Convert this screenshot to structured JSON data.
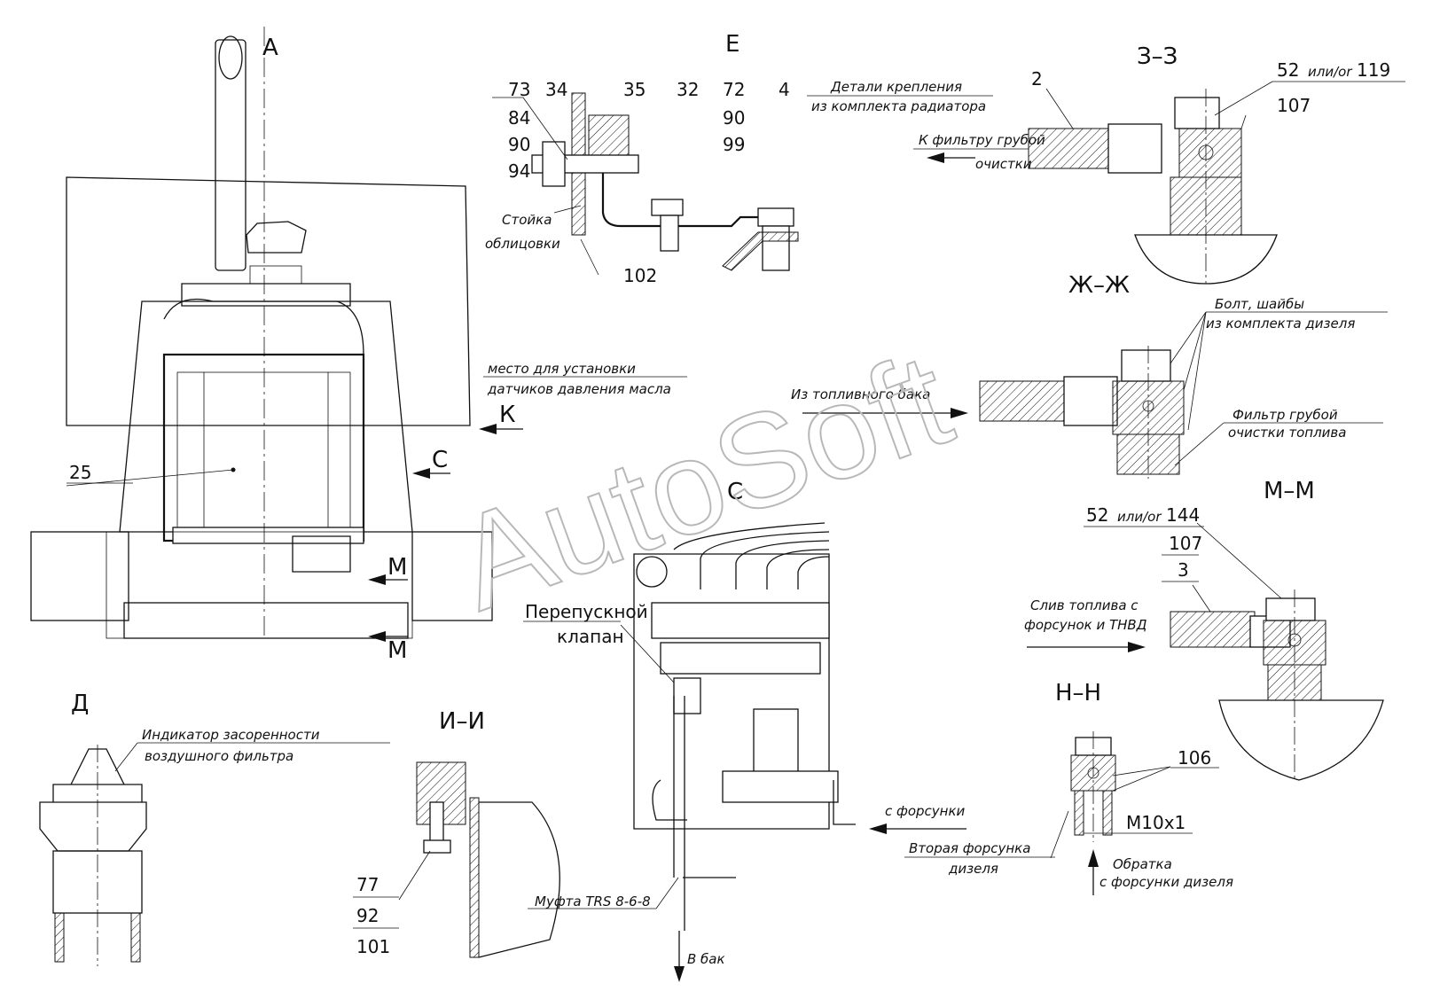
{
  "views": {
    "A": "А",
    "E": "Е",
    "Z": "З–З",
    "ZH": "Ж–Ж",
    "D": "Д",
    "II": "И–И",
    "MM": "М–М",
    "NN": "Н–Н",
    "C": "С",
    "K": "К",
    "C_arrow": "С",
    "M1": "М",
    "M2": "М"
  },
  "positions": {
    "e_73": "73",
    "e_84": "84",
    "e_90a": "90",
    "e_94": "94",
    "e_34": "34",
    "e_35": "35",
    "e_32": "32",
    "e_72": "72",
    "e_90b": "90",
    "e_99": "99",
    "e_4": "4",
    "e_102": "102",
    "z_2": "2",
    "z_52": "52",
    "z_or": "или/or",
    "z_119": "119",
    "z_107": "107",
    "a_25": "25",
    "m_52": "52",
    "m_or": "или/or",
    "m_144": "144",
    "m_107": "107",
    "m_3": "3",
    "n_106": "106",
    "i_77": "77",
    "i_92": "92",
    "i_101": "101"
  },
  "notes": {
    "mount_parts_1": "Детали крепления",
    "mount_parts_2": "из комплекта радиатора",
    "stand_1": "Стойка",
    "stand_2": "облицовки",
    "to_filter_1": "К фильтру грубой",
    "to_filter_2": "очистки",
    "bolt_1": "Болт, шайбы",
    "bolt_2": "из комплекта дизеля",
    "from_tank": "Из топливного бака",
    "filter_1": "Фильтр грубой",
    "filter_2": "очистки топлива",
    "sensor_1": "место для установки",
    "sensor_2": "датчиков давления масла",
    "bypass_1": "Перепускной",
    "bypass_2": "клапан",
    "drain_1": "Слив топлива с",
    "drain_2": "форсунок и ТНВД",
    "indicator_1": "Индикатор засоренности",
    "indicator_2": "воздушного фильтра",
    "from_injector": "с форсунки",
    "second_inj_1": "Вторая форсунка",
    "second_inj_2": "дизеля",
    "thread": "М10х1",
    "return_1": "Обратка",
    "return_2": "с форсунки дизеля",
    "coupling": "Муфта TRS 8-6-8",
    "to_tank": "В бак"
  },
  "watermark": "AutoSoft",
  "colors": {
    "line": "#111111",
    "watermark": "#b8b8b8",
    "background": "#ffffff"
  }
}
